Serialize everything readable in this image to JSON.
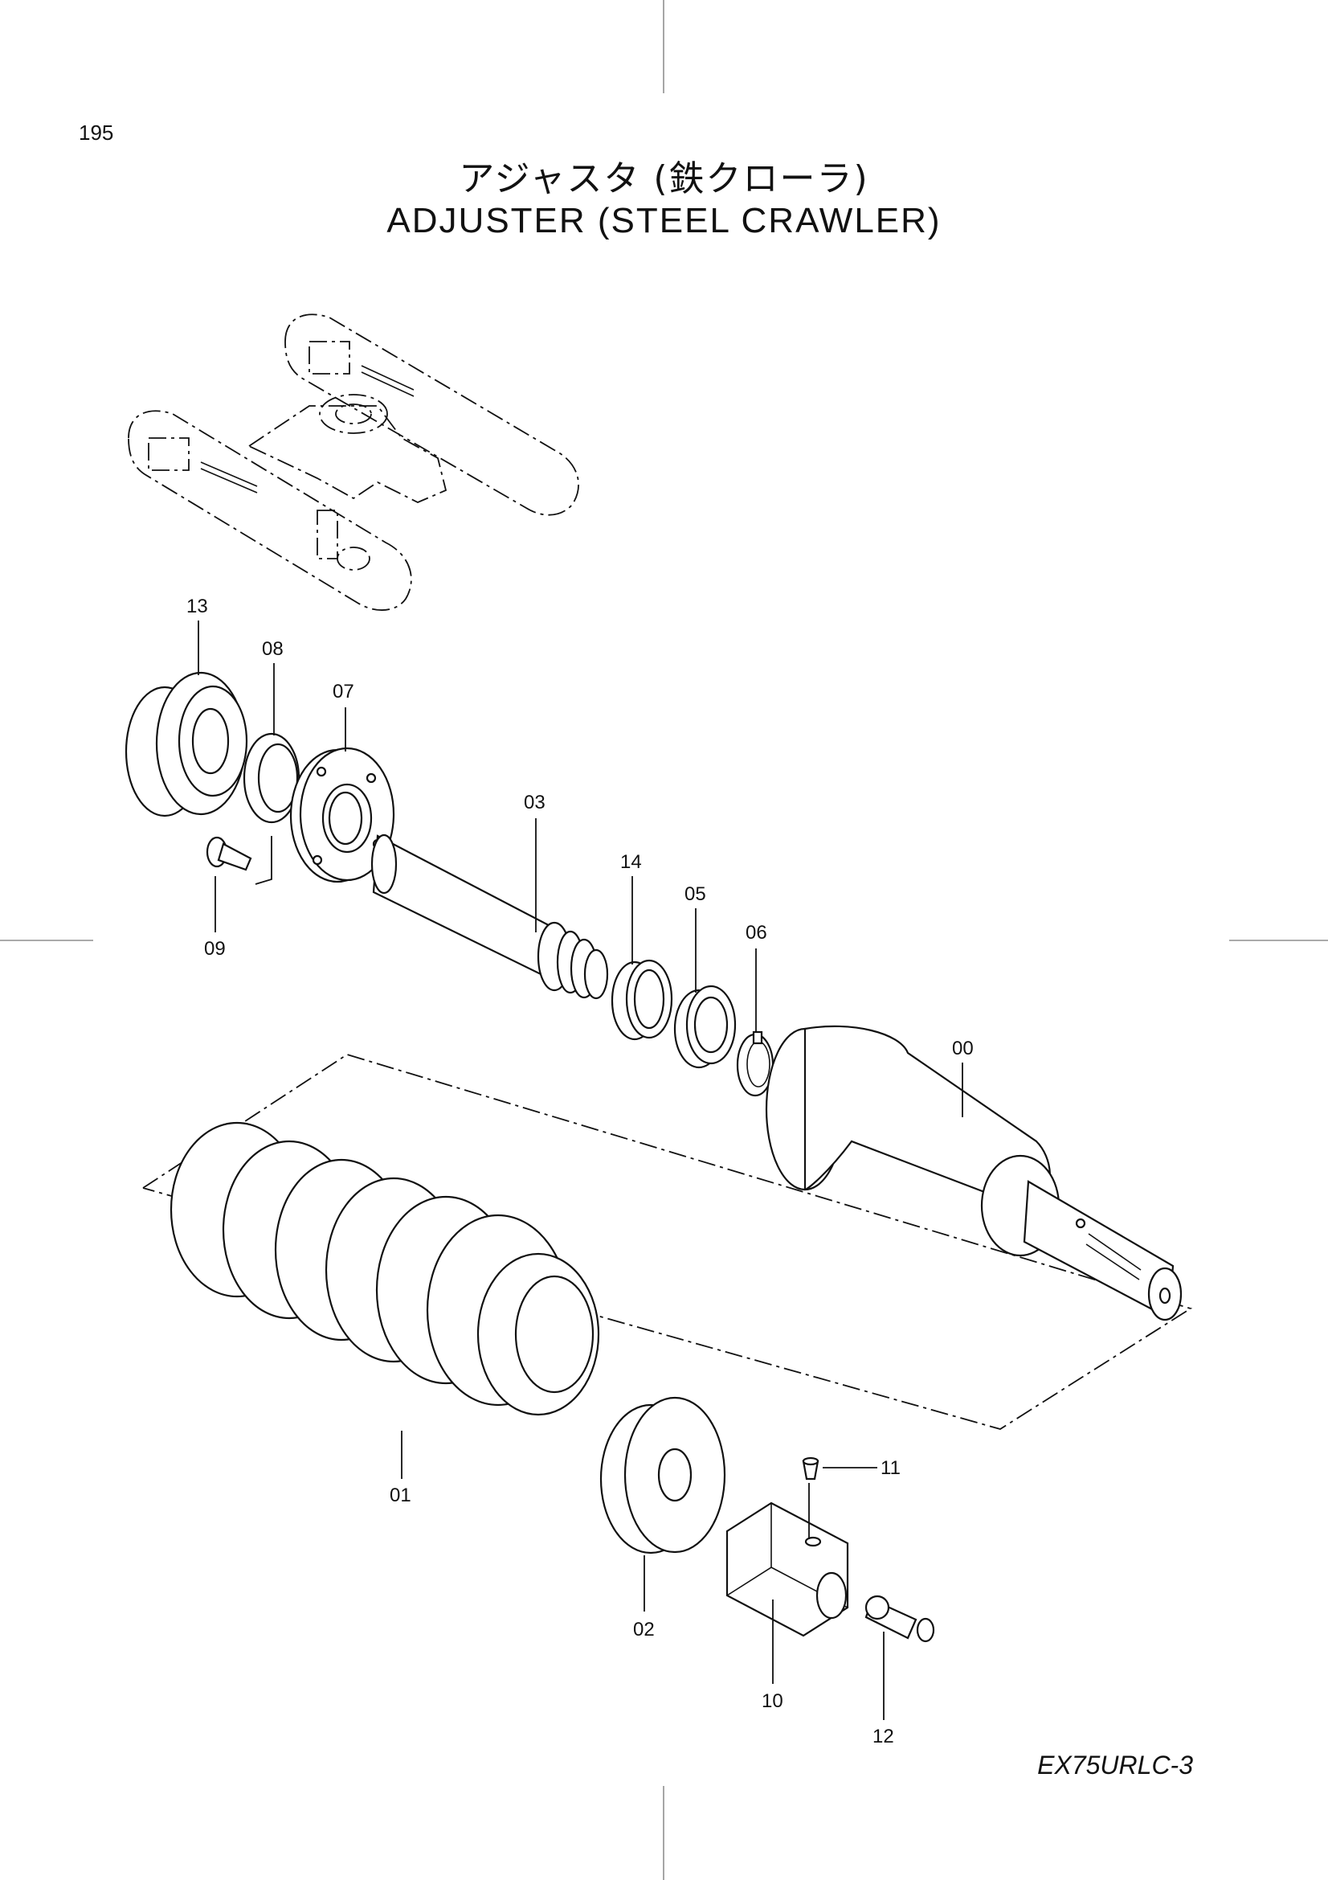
{
  "page_number": "195",
  "title_jp": "アジャスタ (鉄クローラ)",
  "title_en": "ADJUSTER (STEEL CRAWLER)",
  "model": "EX75URLC-3",
  "callouts": [
    "00",
    "01",
    "02",
    "03",
    "05",
    "06",
    "07",
    "08",
    "09",
    "10",
    "11",
    "12",
    "13",
    "14"
  ]
}
